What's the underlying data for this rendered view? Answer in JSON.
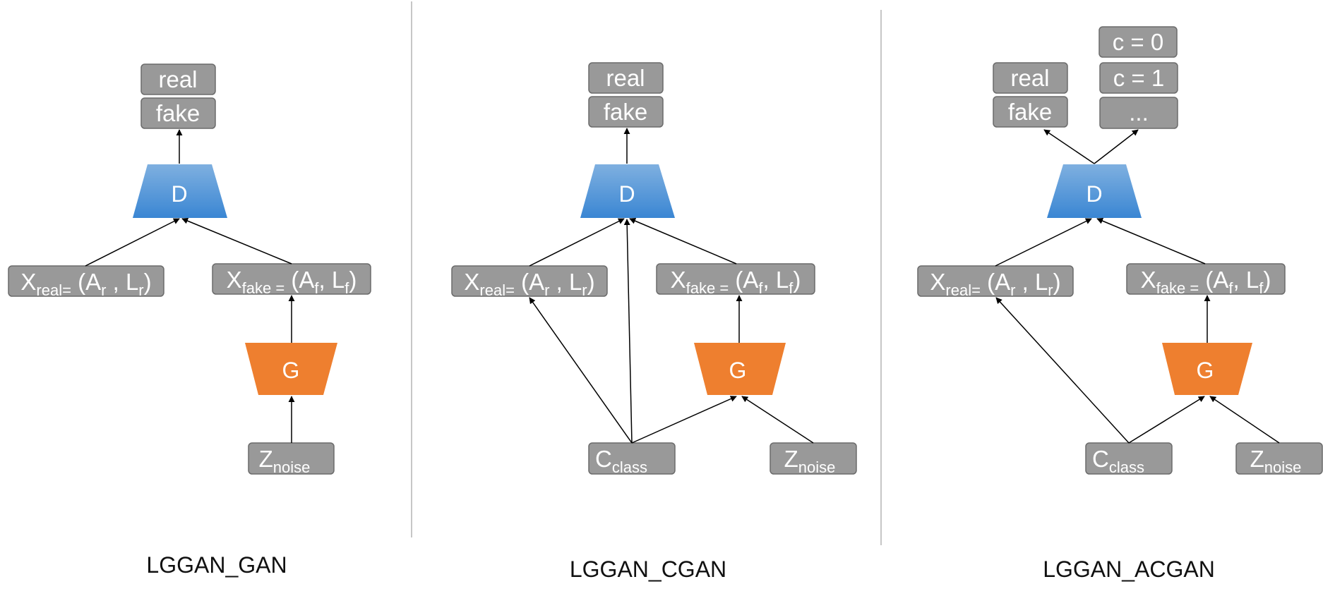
{
  "colors": {
    "discriminator_top": "#7fb0e0",
    "discriminator_bottom": "#3a86d3",
    "generator": "#ee7f2f",
    "box_fill": "#999999",
    "box_border": "#6b6b6b"
  },
  "labels": {
    "real": "real",
    "fake": "fake",
    "D": "D",
    "G": "G",
    "c0": "c = 0",
    "c1": "c = 1",
    "ellipsis": "...",
    "X": "X",
    "Z": "Z",
    "C": "C",
    "real_sub": "real=",
    "fake_sub": "fake =",
    "noise_sub": "noise",
    "class_sub": "class",
    "pair_real_open": "(A",
    "pair_real_r": "r",
    "pair_real_mid": " , L",
    "pair_real_r2": "r",
    "pair_fake_open": "(A",
    "pair_fake_f": "f",
    "pair_fake_mid": ", L",
    "pair_fake_f2": "f",
    "pair_close": ")"
  },
  "captions": {
    "gan": "LGGAN_GAN",
    "cgan": "LGGAN_CGAN",
    "acgan": "LGGAN_ACGAN"
  }
}
